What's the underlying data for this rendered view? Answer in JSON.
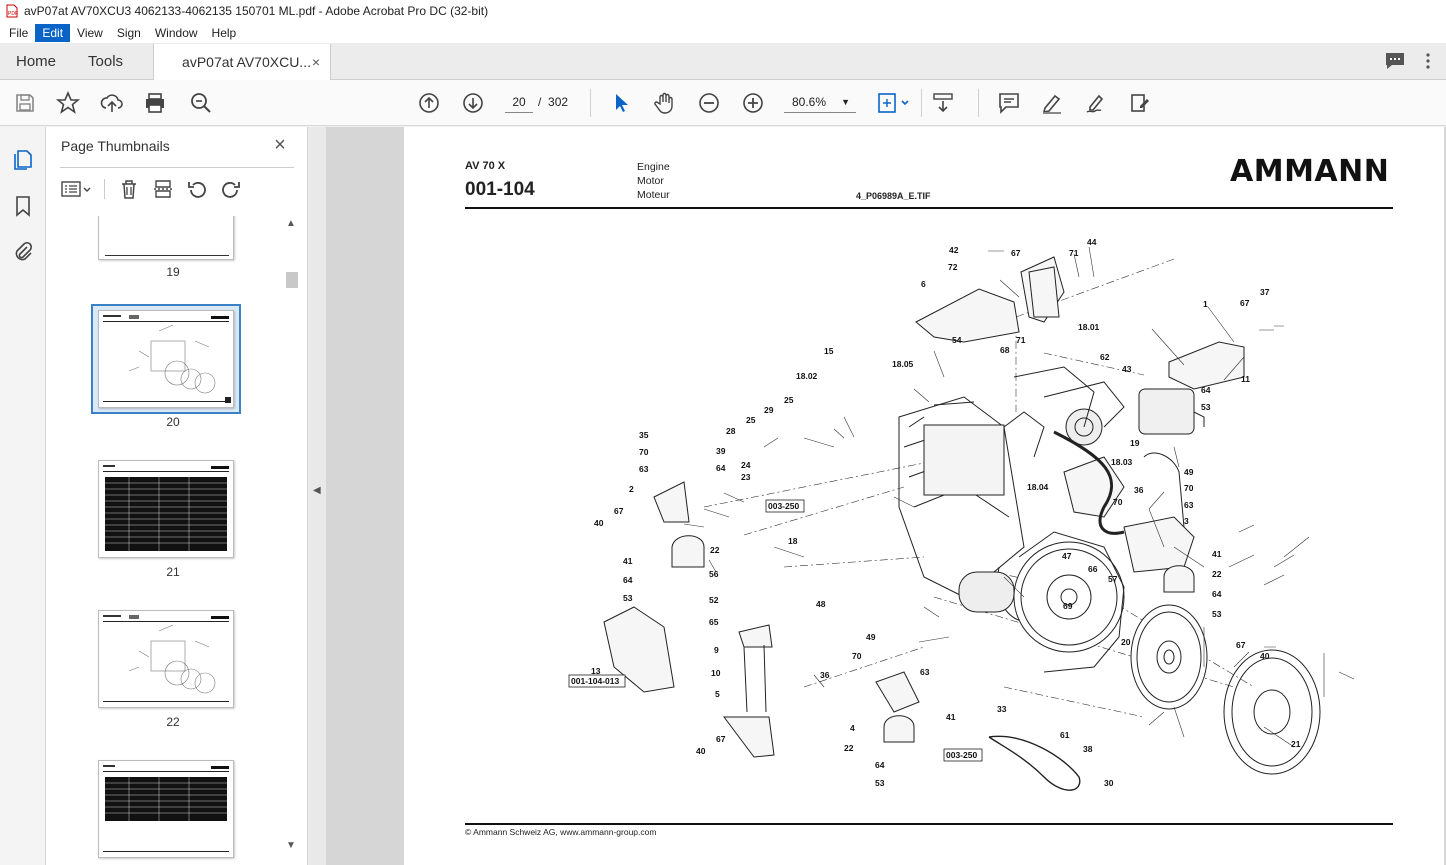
{
  "window": {
    "title": "avP07at AV70XCU3 4062133-4062135 150701 ML.pdf - Adobe Acrobat Pro DC (32-bit)"
  },
  "menu": [
    "File",
    "Edit",
    "View",
    "Sign",
    "Window",
    "Help"
  ],
  "tabs": {
    "home": "Home",
    "tools": "Tools",
    "document": "avP07at AV70XCU...",
    "close": "×"
  },
  "toolbar": {
    "current_page": "20",
    "page_separator": "/",
    "total_pages": "302",
    "zoom": "80.6%",
    "icons": [
      "save-icon",
      "bookmark-star-icon",
      "upload-icon",
      "print-icon",
      "zoom-search-icon",
      "page-up-icon",
      "page-down-icon",
      "select-arrow-icon",
      "hand-icon",
      "zoom-out-icon",
      "zoom-in-icon",
      "fit-page-icon",
      "scroll-mode-icon",
      "comment-icon",
      "highlight-pen-icon",
      "sign-icon",
      "edit-pdf-icon"
    ]
  },
  "sidebar": {
    "title": "Page Thumbnails",
    "close": "×",
    "thumbnails": [
      {
        "label": "19"
      },
      {
        "label": "20",
        "selected": true
      },
      {
        "label": "21"
      },
      {
        "label": "22"
      },
      {
        "label": ""
      }
    ]
  },
  "page": {
    "model": "AV 70 X",
    "section": "001-104",
    "desc_en": "Engine",
    "desc_de": "Motor",
    "desc_fr": "Moteur",
    "filename": "4_P06989A_E.TIF",
    "logo": "AMMANN",
    "footer": "© Ammann Schweiz AG, www.ammann-group.com",
    "refs": {
      "r1": "003-250",
      "r2": "001-104-013",
      "r3": "003-250"
    },
    "callouts": {
      "c42": "42",
      "c67a": "67",
      "c71a": "71",
      "c44": "44",
      "c72": "72",
      "c6": "6",
      "c1": "1",
      "c67b": "67",
      "c37": "37",
      "c1801": "18.01",
      "c54": "54",
      "c68": "68",
      "c71b": "71",
      "c11": "11",
      "c15": "15",
      "c1805": "18.05",
      "c62": "62",
      "c43": "43",
      "c64a": "64",
      "c53a": "53",
      "c1802": "18.02",
      "c25a": "25",
      "c29": "29",
      "c25b": "25",
      "c28": "28",
      "c35": "35",
      "c70a": "70",
      "c39": "39",
      "c63a": "63",
      "c64b": "64",
      "c24": "24",
      "c23": "23",
      "c19": "19",
      "c1803": "18.03",
      "c49a": "49",
      "c70b": "70",
      "c2": "2",
      "c67c": "67",
      "c40a": "40",
      "c1804": "18.04",
      "c36a": "36",
      "c70c": "70",
      "c63b": "63",
      "c3": "3",
      "c41a": "41",
      "c22a": "22",
      "c18": "18",
      "c47": "47",
      "c66": "66",
      "c57": "57",
      "c69": "69",
      "c41b": "41",
      "c22b": "22",
      "c56": "56",
      "c64c": "64",
      "c64d": "64",
      "c53b": "53",
      "c52": "52",
      "c48": "48",
      "c53c": "53",
      "c65": "65",
      "c9": "9",
      "c49b": "49",
      "c20": "20",
      "c67d": "67",
      "c40b": "40",
      "c13": "13",
      "c10": "10",
      "c70d": "70",
      "c63c": "63",
      "c36b": "36",
      "c5": "5",
      "c4": "4",
      "c41c": "41",
      "c33": "33",
      "c61": "61",
      "c38": "38",
      "c22c": "22",
      "c21": "21",
      "c67e": "67",
      "c40c": "40",
      "c64e": "64",
      "c53d": "53",
      "c30": "30"
    }
  },
  "colors": {
    "accent": "#0a64c8",
    "selection": "#3b82c4"
  }
}
